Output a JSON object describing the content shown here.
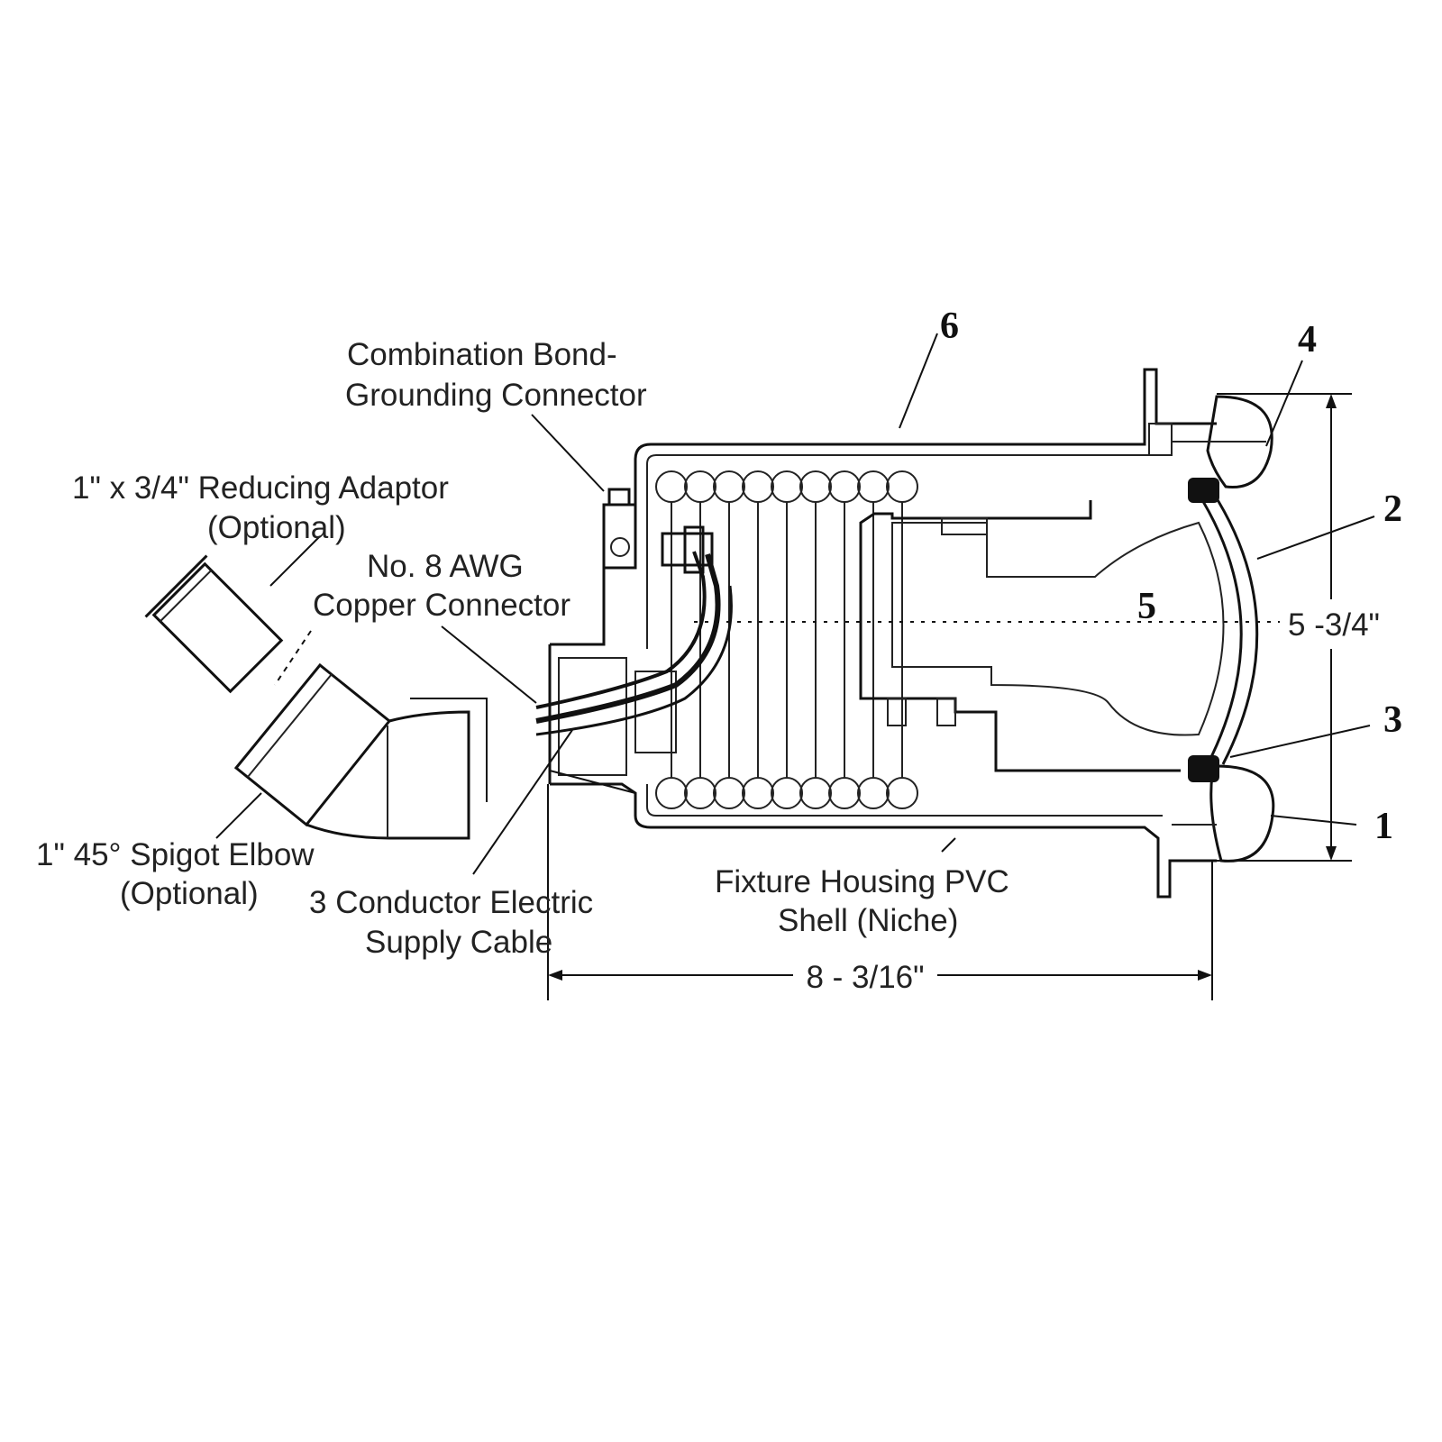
{
  "labels": {
    "bond_connector": [
      "Combination Bond-",
      "Grounding Connector"
    ],
    "reducing_adaptor": [
      "1\" x 3/4\" Reducing Adaptor",
      "(Optional)"
    ],
    "copper_connector": [
      "No. 8 AWG",
      "Copper Connector"
    ],
    "spigot_elbow": [
      "1\" 45° Spigot Elbow",
      "(Optional)"
    ],
    "supply_cable": [
      "3 Conductor Electric",
      "Supply Cable"
    ],
    "housing": [
      "Fixture Housing PVC",
      "Shell (Niche)"
    ]
  },
  "dimensions": {
    "length": "8 - 3/16\"",
    "height": "5 -3/4\""
  },
  "callouts": [
    "1",
    "2",
    "3",
    "4",
    "5",
    "6"
  ]
}
